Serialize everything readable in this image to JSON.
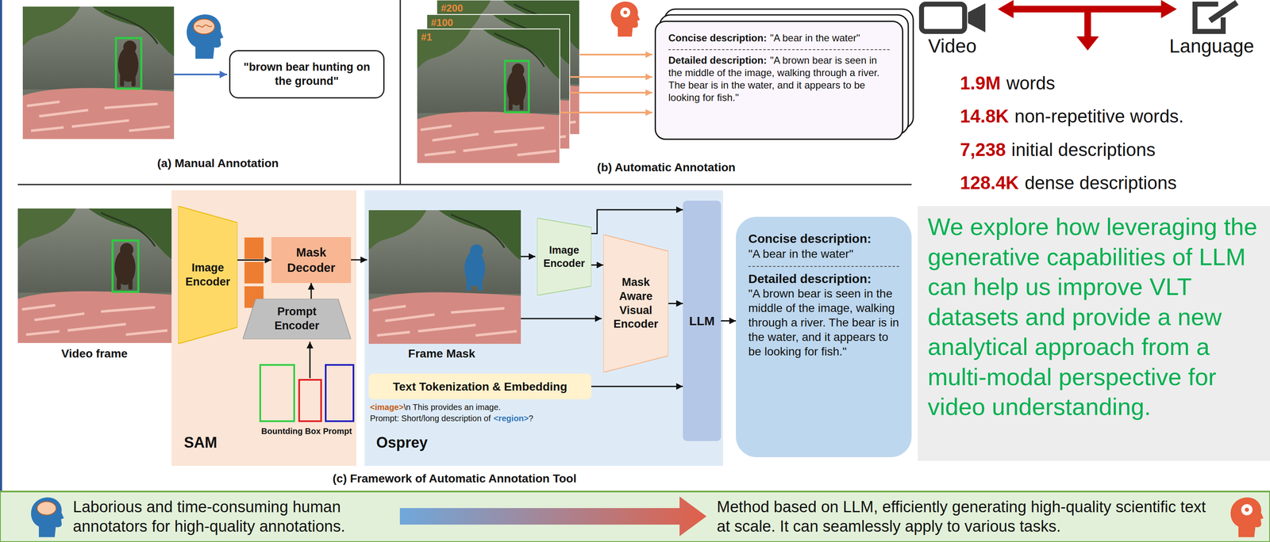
{
  "diagram": {
    "nodes": [
      {
        "text": [
          "\"brown bear hunting on the ground\""
        ]
      },
      {
        "text": [
          "Concise description:",
          "\"A bear in the water\"",
          "Detailed description:",
          "\"A brown bear is seen in the middle of the image, walking through a river. The bear is in the water, and it appears to be looking for fish.\""
        ]
      },
      {
        "text": [
          "SAM"
        ]
      },
      {
        "text": [
          "Image Encoder"
        ],
        "in": 2
      },
      {
        "text": [
          "Mask Decoder"
        ],
        "in": 2
      },
      {
        "text": [
          "Prompt Encoder"
        ],
        "in": 2
      },
      {
        "text": [
          "Osprey"
        ]
      },
      {
        "text": [
          "Image Encoder"
        ],
        "in": 6
      },
      {
        "text": [
          "Mask Aware Visual Encoder"
        ],
        "in": 6
      },
      {
        "text": [
          "LLM"
        ],
        "in": 6
      },
      {
        "text": [
          "Text Tokenization & Embedding"
        ],
        "in": 6
      },
      {
        "text": [
          "Concise description:",
          "\"A bear in the water\"",
          "Detailed description:",
          "\"A brown bear is seen in the middle of the image, walking through a river. The bear is in the water, and it appears to be looking for fish.\""
        ]
      },
      {
        "text": [
          "We explore how leveraging the generative capabilities of LLM can help us improve VLT datasets and provide a new analytical approach from a multi-modal perspective for video understanding."
        ]
      },
      {
        "text": [
          "Laborious and time-consuming human annotators for high-quality annotations.",
          "Method based on LLM, efficiently generating high-quality scientific text at scale. It can seamlessly apply to various tasks."
        ]
      }
    ],
    "edges": [
      {
        "from": 3,
        "to": 4,
        "arrow": "to"
      },
      {
        "from": 5,
        "to": 4,
        "arrow": "to"
      },
      {
        "from": 7,
        "to": 8,
        "arrow": "to"
      },
      {
        "from": 7,
        "to": 9,
        "arrow": "to"
      },
      {
        "from": 8,
        "to": 9,
        "arrow": "to"
      },
      {
        "from": 10,
        "to": 9,
        "arrow": "to"
      },
      {
        "from": 9,
        "to": 11,
        "arrow": "to"
      }
    ],
    "labels": [
      "(a) Manual Annotation",
      "#200",
      "#100",
      "#1",
      "(b) Automatic Annotation",
      "Video",
      "Language",
      "1.9M",
      "words",
      "14.8K",
      "non-repetitive words.",
      "7,238",
      "initial descriptions",
      "128.4K",
      "dense descriptions",
      "Video frame",
      "Bountding Box Prompt",
      "Frame Mask",
      "<image>",
      "\\n This provides an image.",
      "Prompt: Short/long description of",
      "<region>",
      "?",
      "(c) Framework of Automatic Annotation Tool"
    ]
  }
}
